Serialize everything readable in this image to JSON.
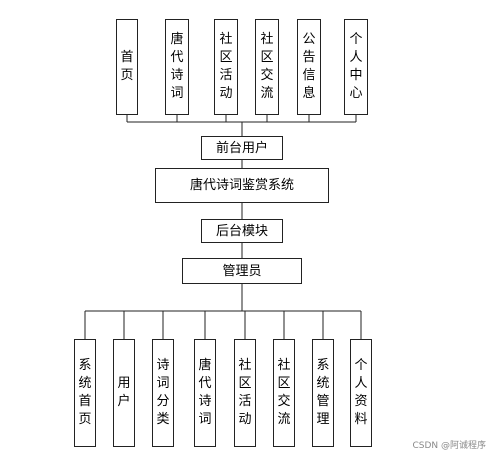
{
  "top_modules": [
    "首页",
    "唐代诗词",
    "社区活动",
    "社区交流",
    "公告信息",
    "个人中心"
  ],
  "front_user": "前台用户",
  "system": "唐代诗词鉴赏系统",
  "backend": "后台模块",
  "admin": "管理员",
  "bottom_modules": [
    "系统首页",
    "用户",
    "诗词分类",
    "唐代诗词",
    "社区活动",
    "社区交流",
    "系统管理",
    "个人资料"
  ],
  "watermark": "CSDN @阿诚程序",
  "colors": {
    "line": "#222222",
    "box_border": "#222222",
    "background": "#ffffff"
  }
}
